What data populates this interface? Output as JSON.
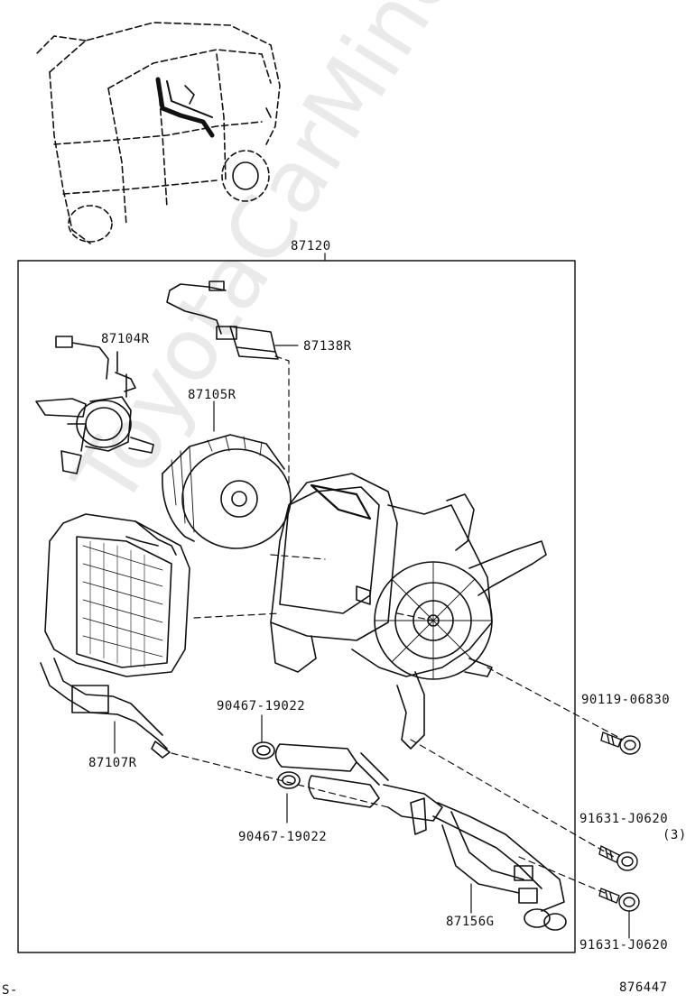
{
  "diagram": {
    "assembly_label": "87120",
    "parts": {
      "p87104R": "87104R",
      "p87138R": "87138R",
      "p87105R": "87105R",
      "p87107R": "87107R",
      "p90467a": "90467-19022",
      "p90467b": "90467-19022",
      "p90119": "90119-06830",
      "p91631a": "91631-J0620",
      "p91631a_qty": "(3)",
      "p91631b": "91631-J0620",
      "p87156G": "87156G"
    },
    "footer_left": "S-",
    "footer_right": "876447",
    "watermark": "ToyotaCarMine.ru"
  }
}
